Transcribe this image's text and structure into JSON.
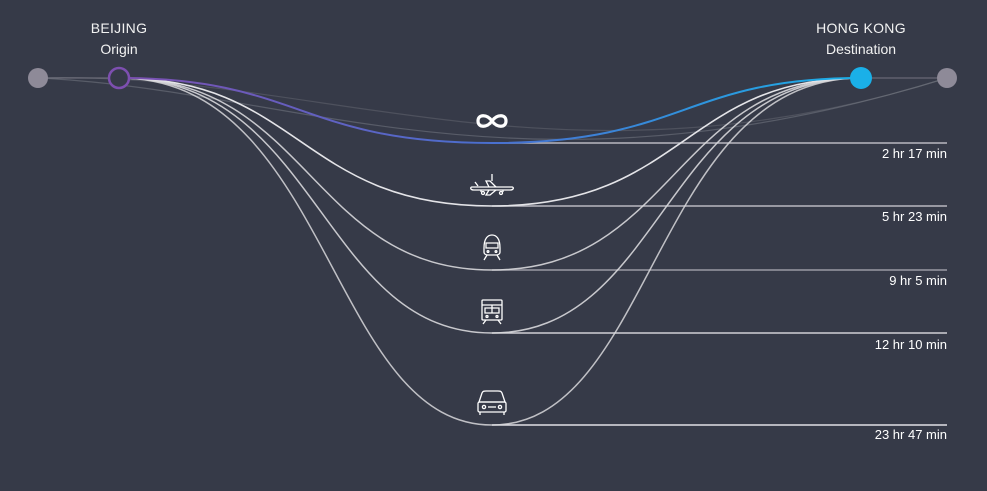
{
  "origin": {
    "city": "BEIJING",
    "role": "Origin"
  },
  "destination": {
    "city": "HONG KONG",
    "role": "Destination"
  },
  "colors": {
    "background": "#363a48",
    "origin_dot": "#7d4fb0",
    "destination_dot": "#1ab0e8",
    "endpoint_grey": "#8e8a98",
    "route_line": "#d8d8dc",
    "fastest_gradient_start": "#7d4fb0",
    "fastest_gradient_end": "#1ab0e8"
  },
  "routes": [
    {
      "mode": "infinity",
      "icon": "infinity-icon",
      "duration": "2 hr 17 min"
    },
    {
      "mode": "plane",
      "icon": "plane-icon",
      "duration": "5 hr 23 min"
    },
    {
      "mode": "high-speed-train",
      "icon": "high-speed-train-icon",
      "duration": "9 hr 5 min"
    },
    {
      "mode": "train",
      "icon": "train-icon",
      "duration": "12 hr 10 min"
    },
    {
      "mode": "car",
      "icon": "car-icon",
      "duration": "23 hr 47 min"
    }
  ]
}
